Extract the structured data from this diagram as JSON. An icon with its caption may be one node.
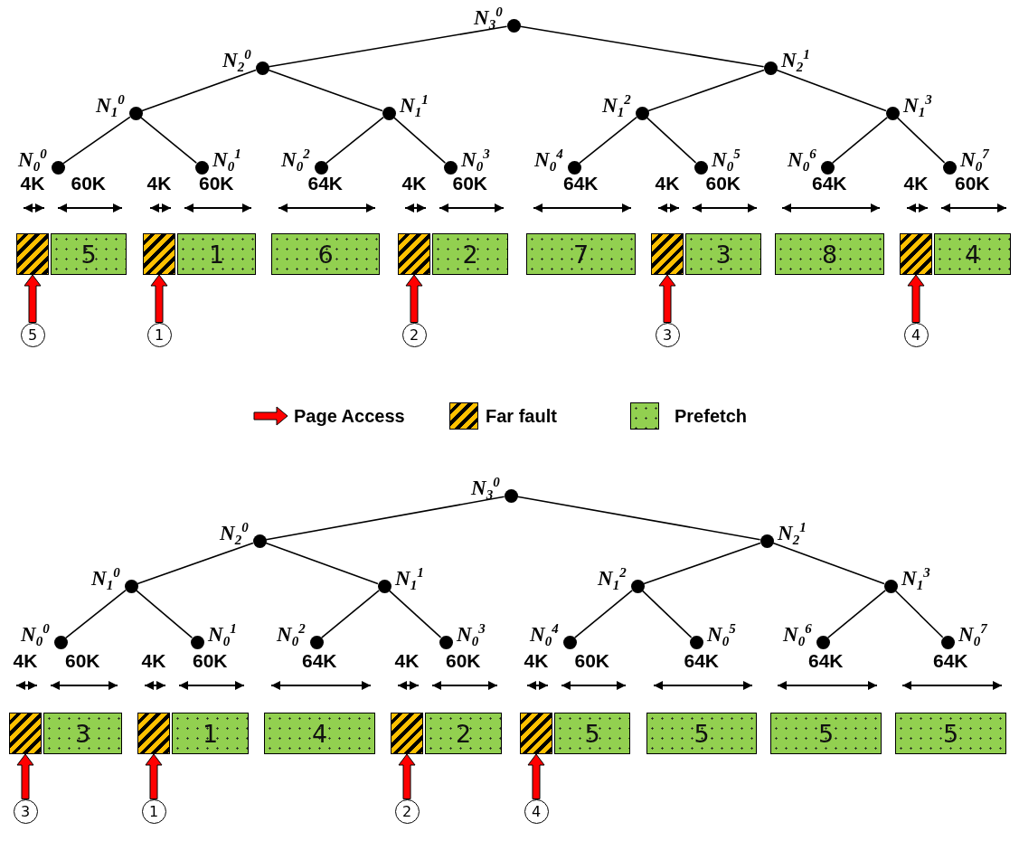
{
  "diagram": {
    "nodes": [
      {
        "text": [],
        "shape": "circle",
        "beside": [
          "N$_{3}$$^{0}$"
        ]
      },
      {
        "text": [],
        "shape": "circle",
        "beside": [
          "N$_{2}$$^{0}$"
        ]
      },
      {
        "text": [],
        "shape": "circle",
        "beside": [
          "N$_{2}$$^{1}$"
        ]
      },
      {
        "text": [],
        "shape": "circle",
        "beside": [
          "N$_{1}$$^{0}$"
        ]
      },
      {
        "text": [],
        "shape": "circle",
        "beside": [
          "N$_{1}$$^{1}$"
        ]
      },
      {
        "text": [],
        "shape": "circle",
        "beside": [
          "N$_{1}$$^{2}$"
        ]
      },
      {
        "text": [],
        "shape": "circle",
        "beside": [
          "N$_{1}$$^{3}$"
        ]
      },
      {
        "text": [],
        "shape": "circle",
        "beside": [
          "N$_{0}$$^{0}$"
        ]
      },
      {
        "text": [],
        "shape": "circle",
        "beside": [
          "N$_{0}$$^{1}$"
        ]
      },
      {
        "text": [],
        "shape": "circle",
        "beside": [
          "N$_{0}$$^{2}$"
        ]
      },
      {
        "text": [],
        "shape": "circle",
        "beside": [
          "N$_{0}$$^{3}$"
        ]
      },
      {
        "text": [],
        "shape": "circle",
        "beside": [
          "N$_{0}$$^{4}$"
        ]
      },
      {
        "text": [],
        "shape": "circle",
        "beside": [
          "N$_{0}$$^{5}$"
        ]
      },
      {
        "text": [],
        "shape": "circle",
        "beside": [
          "N$_{0}$$^{6}$"
        ]
      },
      {
        "text": [],
        "shape": "circle",
        "beside": [
          "N$_{0}$$^{7}$"
        ]
      },
      {
        "text": [],
        "shape": "box"
      },
      {
        "text": [
          "5"
        ]
      },
      {
        "text": [],
        "shape": "box"
      },
      {
        "text": [
          "1"
        ]
      },
      {
        "text": [
          "6"
        ]
      },
      {
        "text": [],
        "shape": "box"
      },
      {
        "text": [
          "2"
        ]
      },
      {
        "text": [
          "7"
        ]
      },
      {
        "text": [],
        "shape": "box"
      },
      {
        "text": [
          "3"
        ]
      },
      {
        "text": [
          "8"
        ]
      },
      {
        "text": [],
        "shape": "box"
      },
      {
        "text": [
          "4"
        ]
      },
      {
        "text": [
          "5"
        ]
      },
      {
        "text": [
          "1"
        ]
      },
      {
        "text": [
          "2"
        ]
      },
      {
        "text": [
          "3"
        ]
      },
      {
        "text": [
          "4"
        ]
      },
      {
        "text": [],
        "shape": "circle",
        "beside": [
          "N$_{3}$$^{0}$"
        ]
      },
      {
        "text": [],
        "shape": "circle",
        "beside": [
          "N$_{2}$$^{0}$"
        ]
      },
      {
        "text": [],
        "shape": "circle",
        "beside": [
          "N$_{2}$$^{1}$"
        ]
      },
      {
        "text": [],
        "shape": "circle",
        "beside": [
          "N$_{1}$$^{0}$"
        ]
      },
      {
        "text": [],
        "shape": "circle",
        "beside": [
          "N$_{1}$$^{1}$"
        ]
      },
      {
        "text": [],
        "shape": "circle",
        "beside": [
          "N$_{1}$$^{2}$"
        ]
      },
      {
        "text": [],
        "shape": "circle",
        "beside": [
          "N$_{1}$$^{3}$"
        ]
      },
      {
        "text": [],
        "shape": "circle",
        "beside": [
          "N$_{0}$$^{0}$"
        ]
      },
      {
        "text": [],
        "shape": "circle",
        "beside": [
          "N$_{0}$$^{1}$"
        ]
      },
      {
        "text": [],
        "shape": "circle",
        "beside": [
          "N$_{0}$$^{2}$"
        ]
      },
      {
        "text": [],
        "shape": "circle",
        "beside": [
          "N$_{0}$$^{3}$"
        ]
      },
      {
        "text": [],
        "shape": "circle",
        "beside": [
          "N$_{0}$$^{4}$"
        ]
      },
      {
        "text": [],
        "shape": "circle",
        "beside": [
          "N$_{0}$$^{5}$"
        ]
      },
      {
        "text": [],
        "shape": "circle",
        "beside": [
          "N$_{0}$$^{6}$"
        ]
      },
      {
        "text": [],
        "shape": "circle",
        "beside": [
          "N$_{0}$$^{7}$"
        ]
      },
      {
        "text": [],
        "shape": "box"
      },
      {
        "text": [
          "3"
        ]
      },
      {
        "text": [],
        "shape": "box"
      },
      {
        "text": [
          "1"
        ]
      },
      {
        "text": [
          "4"
        ]
      },
      {
        "text": [],
        "shape": "box"
      },
      {
        "text": [
          "2"
        ]
      },
      {
        "text": [],
        "shape": "box"
      },
      {
        "text": [
          "5"
        ]
      },
      {
        "text": [
          "5"
        ]
      },
      {
        "text": [
          "5"
        ]
      },
      {
        "text": [
          "5"
        ]
      },
      {
        "text": [
          "3"
        ]
      },
      {
        "text": [
          "1"
        ]
      },
      {
        "text": [
          "2"
        ]
      },
      {
        "text": [
          "4"
        ]
      }
    ],
    "edges": [
      {
        "from": 0,
        "to": 1,
        "arrow": "none"
      },
      {
        "from": 0,
        "to": 2,
        "arrow": "none"
      },
      {
        "from": 1,
        "to": 3,
        "arrow": "none"
      },
      {
        "from": 1,
        "to": 4,
        "arrow": "none"
      },
      {
        "from": 2,
        "to": 5,
        "arrow": "none"
      },
      {
        "from": 2,
        "to": 6,
        "arrow": "none"
      },
      {
        "from": 3,
        "to": 7,
        "arrow": "none"
      },
      {
        "from": 3,
        "to": 8,
        "arrow": "none"
      },
      {
        "from": 4,
        "to": 9,
        "arrow": "none"
      },
      {
        "from": 4,
        "to": 10,
        "arrow": "none"
      },
      {
        "from": 5,
        "to": 11,
        "arrow": "none"
      },
      {
        "from": 5,
        "to": 12,
        "arrow": "none"
      },
      {
        "from": 6,
        "to": 13,
        "arrow": "none"
      },
      {
        "from": 6,
        "to": 14,
        "arrow": "none"
      },
      {
        "from": 28,
        "to": 15,
        "arrow": "to",
        "style": "thick",
        "color": "#ff0000"
      },
      {
        "from": 29,
        "to": 17,
        "arrow": "to",
        "style": "thick",
        "color": "#ff0000"
      },
      {
        "from": 30,
        "to": 20,
        "arrow": "to",
        "style": "thick",
        "color": "#ff0000"
      },
      {
        "from": 31,
        "to": 23,
        "arrow": "to",
        "style": "thick",
        "color": "#ff0000"
      },
      {
        "from": 32,
        "to": 26,
        "arrow": "to",
        "style": "thick",
        "color": "#ff0000"
      },
      {
        "from": 33,
        "to": 34,
        "arrow": "none"
      },
      {
        "from": 33,
        "to": 35,
        "arrow": "none"
      },
      {
        "from": 34,
        "to": 36,
        "arrow": "none"
      },
      {
        "from": 34,
        "to": 37,
        "arrow": "none"
      },
      {
        "from": 35,
        "to": 38,
        "arrow": "none"
      },
      {
        "from": 35,
        "to": 39,
        "arrow": "none"
      },
      {
        "from": 36,
        "to": 40,
        "arrow": "none"
      },
      {
        "from": 36,
        "to": 41,
        "arrow": "none"
      },
      {
        "from": 37,
        "to": 42,
        "arrow": "none"
      },
      {
        "from": 37,
        "to": 43,
        "arrow": "none"
      },
      {
        "from": 38,
        "to": 44,
        "arrow": "none"
      },
      {
        "from": 38,
        "to": 45,
        "arrow": "none"
      },
      {
        "from": 39,
        "to": 46,
        "arrow": "none"
      },
      {
        "from": 39,
        "to": 47,
        "arrow": "none"
      },
      {
        "from": 60,
        "to": 48,
        "arrow": "to",
        "style": "thick",
        "color": "#ff0000"
      },
      {
        "from": 61,
        "to": 50,
        "arrow": "to",
        "style": "thick",
        "color": "#ff0000"
      },
      {
        "from": 62,
        "to": 53,
        "arrow": "to",
        "style": "thick",
        "color": "#ff0000"
      },
      {
        "from": 63,
        "to": 55,
        "arrow": "to",
        "style": "thick",
        "color": "#ff0000"
      }
    ],
    "labels": [
      "4K",
      "60K",
      "4K",
      "60K",
      "64K",
      "4K",
      "60K",
      "64K",
      "4K",
      "60K",
      "64K",
      "4K",
      "60K",
      "4K",
      "60K",
      "4K",
      "60K",
      "64K",
      "4K",
      "60K",
      "4K",
      "60K",
      "64K",
      "64K",
      "64K"
    ],
    "legend": [
      {
        "text": "Page Access"
      },
      {
        "text": "Far fault"
      },
      {
        "text": "Prefetch"
      }
    ]
  }
}
